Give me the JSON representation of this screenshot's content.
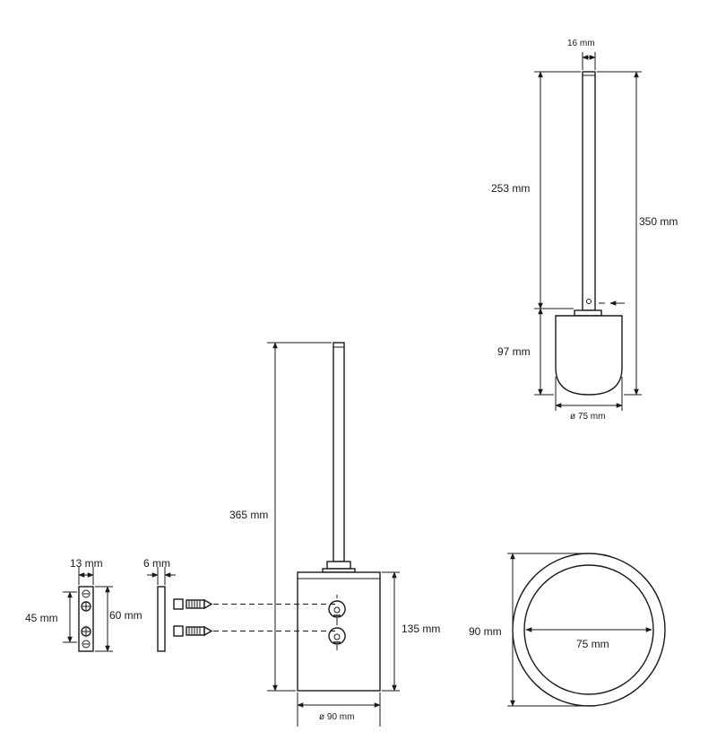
{
  "top_view": {
    "handle_width": "16 mm",
    "shaft_length": "253 mm",
    "total_length": "350 mm",
    "head_length": "97 mm",
    "head_diameter": "ø 75 mm"
  },
  "front_view": {
    "total_height": "365 mm",
    "holder_height": "135 mm",
    "holder_diameter": "ø 90 mm"
  },
  "bracket_view": {
    "bracket_thickness": "13 mm",
    "screw_spacing": "45 mm",
    "bracket_height": "60 mm",
    "plate_thickness": "6 mm"
  },
  "circle_view": {
    "outer_diameter": "90 mm",
    "inner_diameter": "75 mm"
  }
}
